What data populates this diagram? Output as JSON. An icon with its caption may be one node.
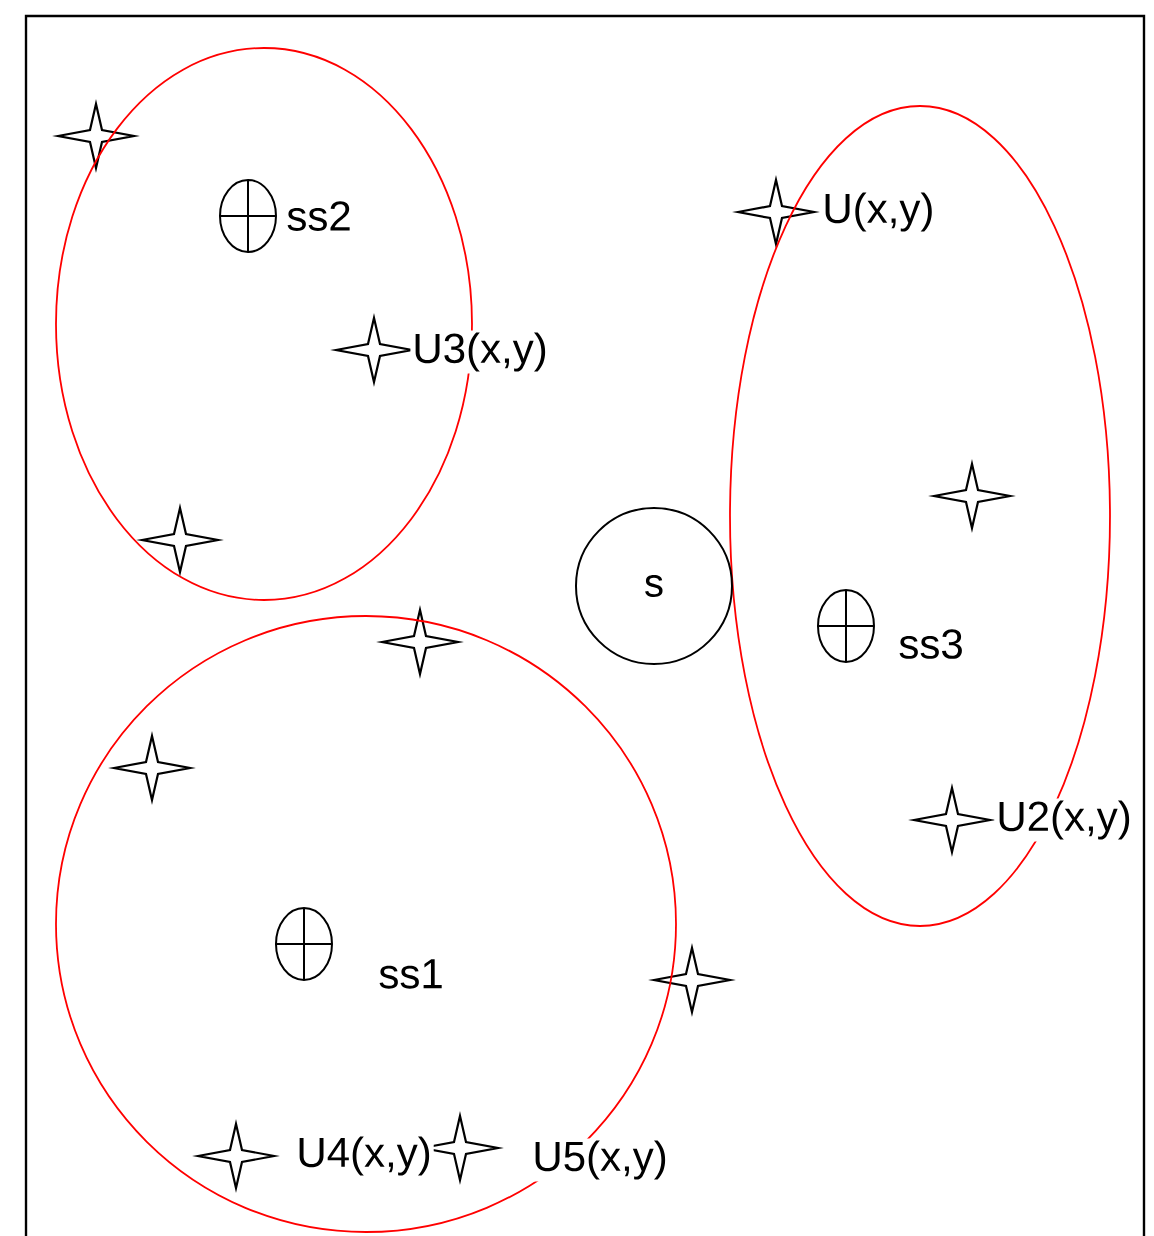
{
  "diagram": {
    "nodes": [
      {
        "text": [],
        "shape": "circle"
      },
      {
        "text": [],
        "shape": "circle"
      },
      {
        "text": [
          "s"
        ]
      },
      {
        "text": [],
        "shape": "circle"
      }
    ],
    "labels": [
      "ss2",
      "U3(x,y)",
      "U(x,y)",
      "ss3",
      "U2(x,y)",
      "ss1",
      "U4(x,y)",
      "U5(x,y)"
    ]
  }
}
